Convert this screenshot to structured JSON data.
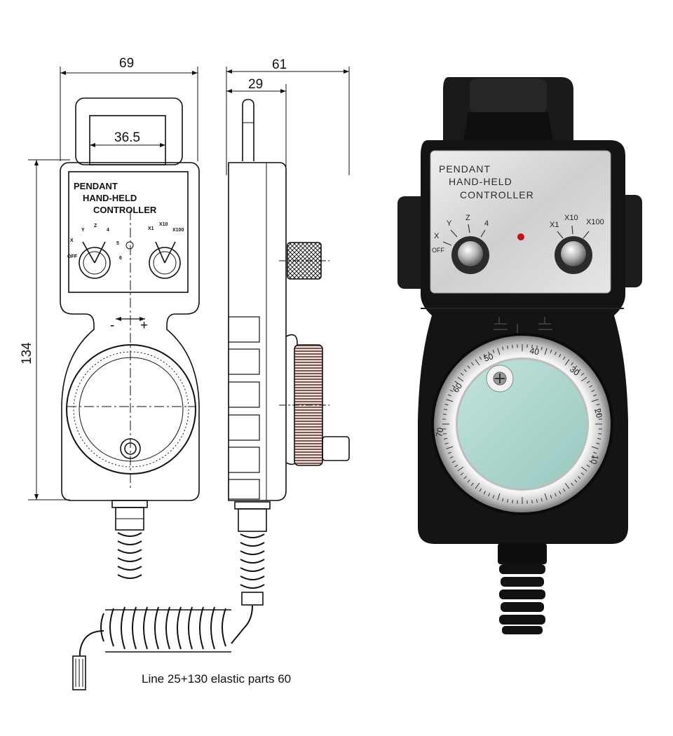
{
  "dimensions": {
    "overall_width": "69",
    "side_depth": "61",
    "side_inner": "29",
    "strap_width": "36.5",
    "height": "134"
  },
  "caption": "Line 25+130 elastic parts 60",
  "drawing_plate": {
    "line1": "PENDANT",
    "line2": "HAND-HELD",
    "line3": "CONTROLLER",
    "axis_labels": [
      "X",
      "Y",
      "Z",
      "4",
      "5",
      "6",
      "OFF"
    ],
    "step_labels": [
      "X1",
      "X10",
      "X100"
    ],
    "wheel_signs": [
      "-",
      "+"
    ]
  },
  "photo_plate": {
    "line1": "PENDANT",
    "line2": "HAND-HELD",
    "line3": "CONTROLLER",
    "axis_labels": [
      "X",
      "Y",
      "Z",
      "4",
      "OFF"
    ],
    "step_labels": [
      "X1",
      "X10",
      "X100"
    ],
    "dial_numbers": [
      "70",
      "60",
      "50",
      "40",
      "30",
      "20",
      "10"
    ]
  },
  "colors": {
    "body_black": "#141414",
    "plate_steel": "#d9d9d9",
    "dial_face": "#a9d3cc",
    "led_red": "#c0121b"
  }
}
